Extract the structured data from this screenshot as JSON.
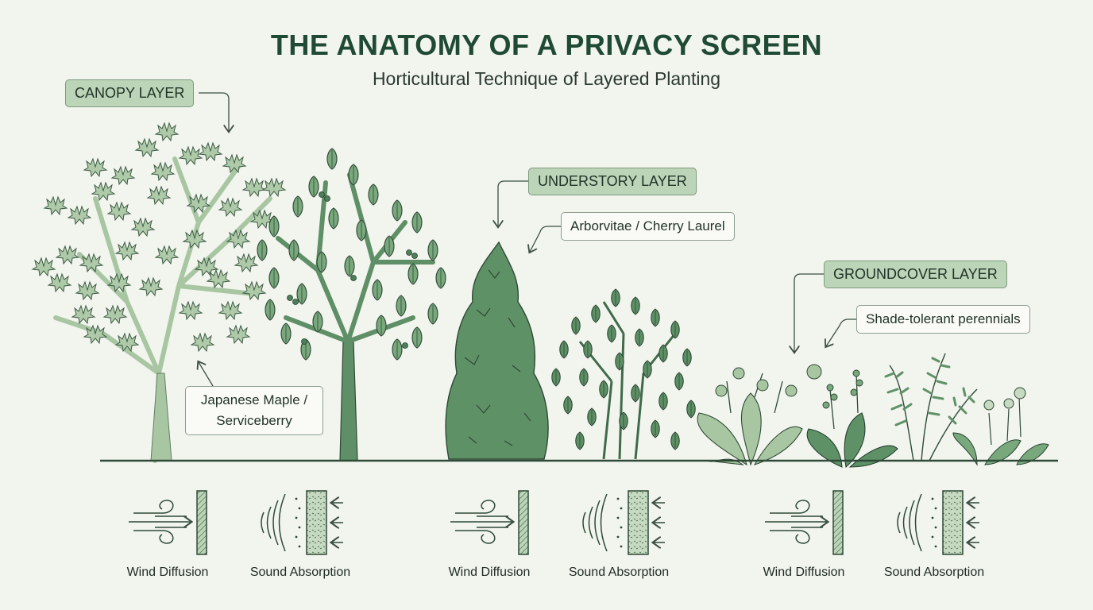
{
  "title": "THE ANATOMY OF A PRIVACY SCREEN",
  "subtitle": "Horticultural Technique of Layered Planting",
  "layers": [
    {
      "name": "CANOPY LAYER",
      "plants_line1": "Japanese Maple /",
      "plants_line2": "Serviceberry"
    },
    {
      "name": "UNDERSTORY LAYER",
      "plants": "Arborvitae / Cherry Laurel"
    },
    {
      "name": "GROUNDCOVER LAYER",
      "plants": "Shade-tolerant perennials"
    }
  ],
  "functions": {
    "wind": "Wind Diffusion",
    "sound": "Sound Absorption"
  },
  "colors": {
    "light_green": "#a9c6a3",
    "mid_green": "#6f9a72",
    "dark_green": "#4d7f58",
    "outline": "#2e4a36",
    "tag_fill": "#bcd4b7"
  }
}
